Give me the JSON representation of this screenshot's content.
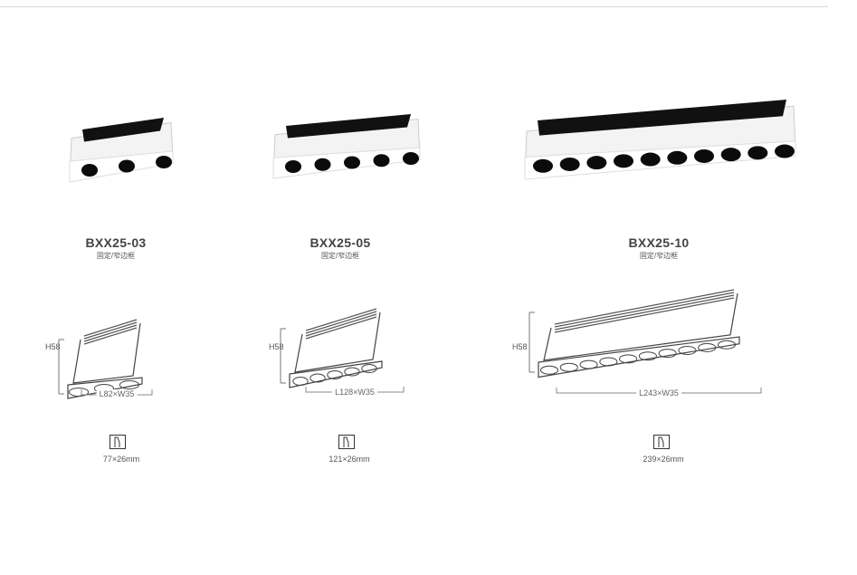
{
  "products": [
    {
      "model": "BXX25-03",
      "subtitle": "固定/窄边框",
      "holes": 3,
      "height_label": "H58",
      "size_label": "L82×W35",
      "cutout_label": "77×26mm"
    },
    {
      "model": "BXX25-05",
      "subtitle": "固定/窄边框",
      "holes": 5,
      "height_label": "H58",
      "size_label": "L128×W35",
      "cutout_label": "121×26mm"
    },
    {
      "model": "BXX25-10",
      "subtitle": "固定/窄边框",
      "holes": 10,
      "height_label": "H58",
      "size_label": "L243×W35",
      "cutout_label": "239×26mm"
    }
  ]
}
